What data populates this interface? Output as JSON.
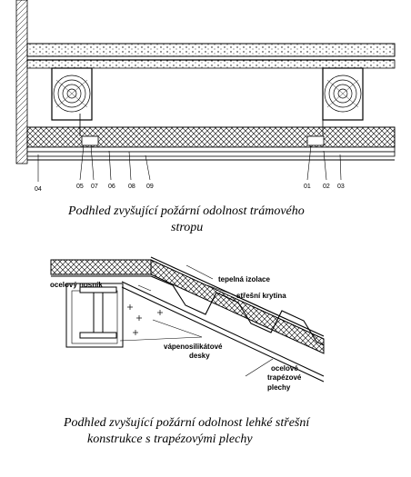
{
  "top_figure": {
    "labels": [
      "04",
      "05",
      "07",
      "06",
      "08",
      "09",
      "01",
      "02",
      "03"
    ],
    "caption_line1": "Podhled zvyšující požární odolnost trámového",
    "caption_line2": "stropu"
  },
  "bottom_figure": {
    "labels": {
      "steel_beam": "ocelový nosník",
      "thermal_insulation": "tepelná izolace",
      "roofing": "střešní krytina",
      "calcium_silicate_1": "vápenosilikátové",
      "calcium_silicate_2": "desky",
      "trapezoid_1": "ocelové",
      "trapezoid_2": "trapézové",
      "trapezoid_3": "plechy"
    },
    "caption_line1": "Podhled zvyšující požární odolnost lehké střešní",
    "caption_line2": "konstrukce s trapézovými plechy"
  }
}
